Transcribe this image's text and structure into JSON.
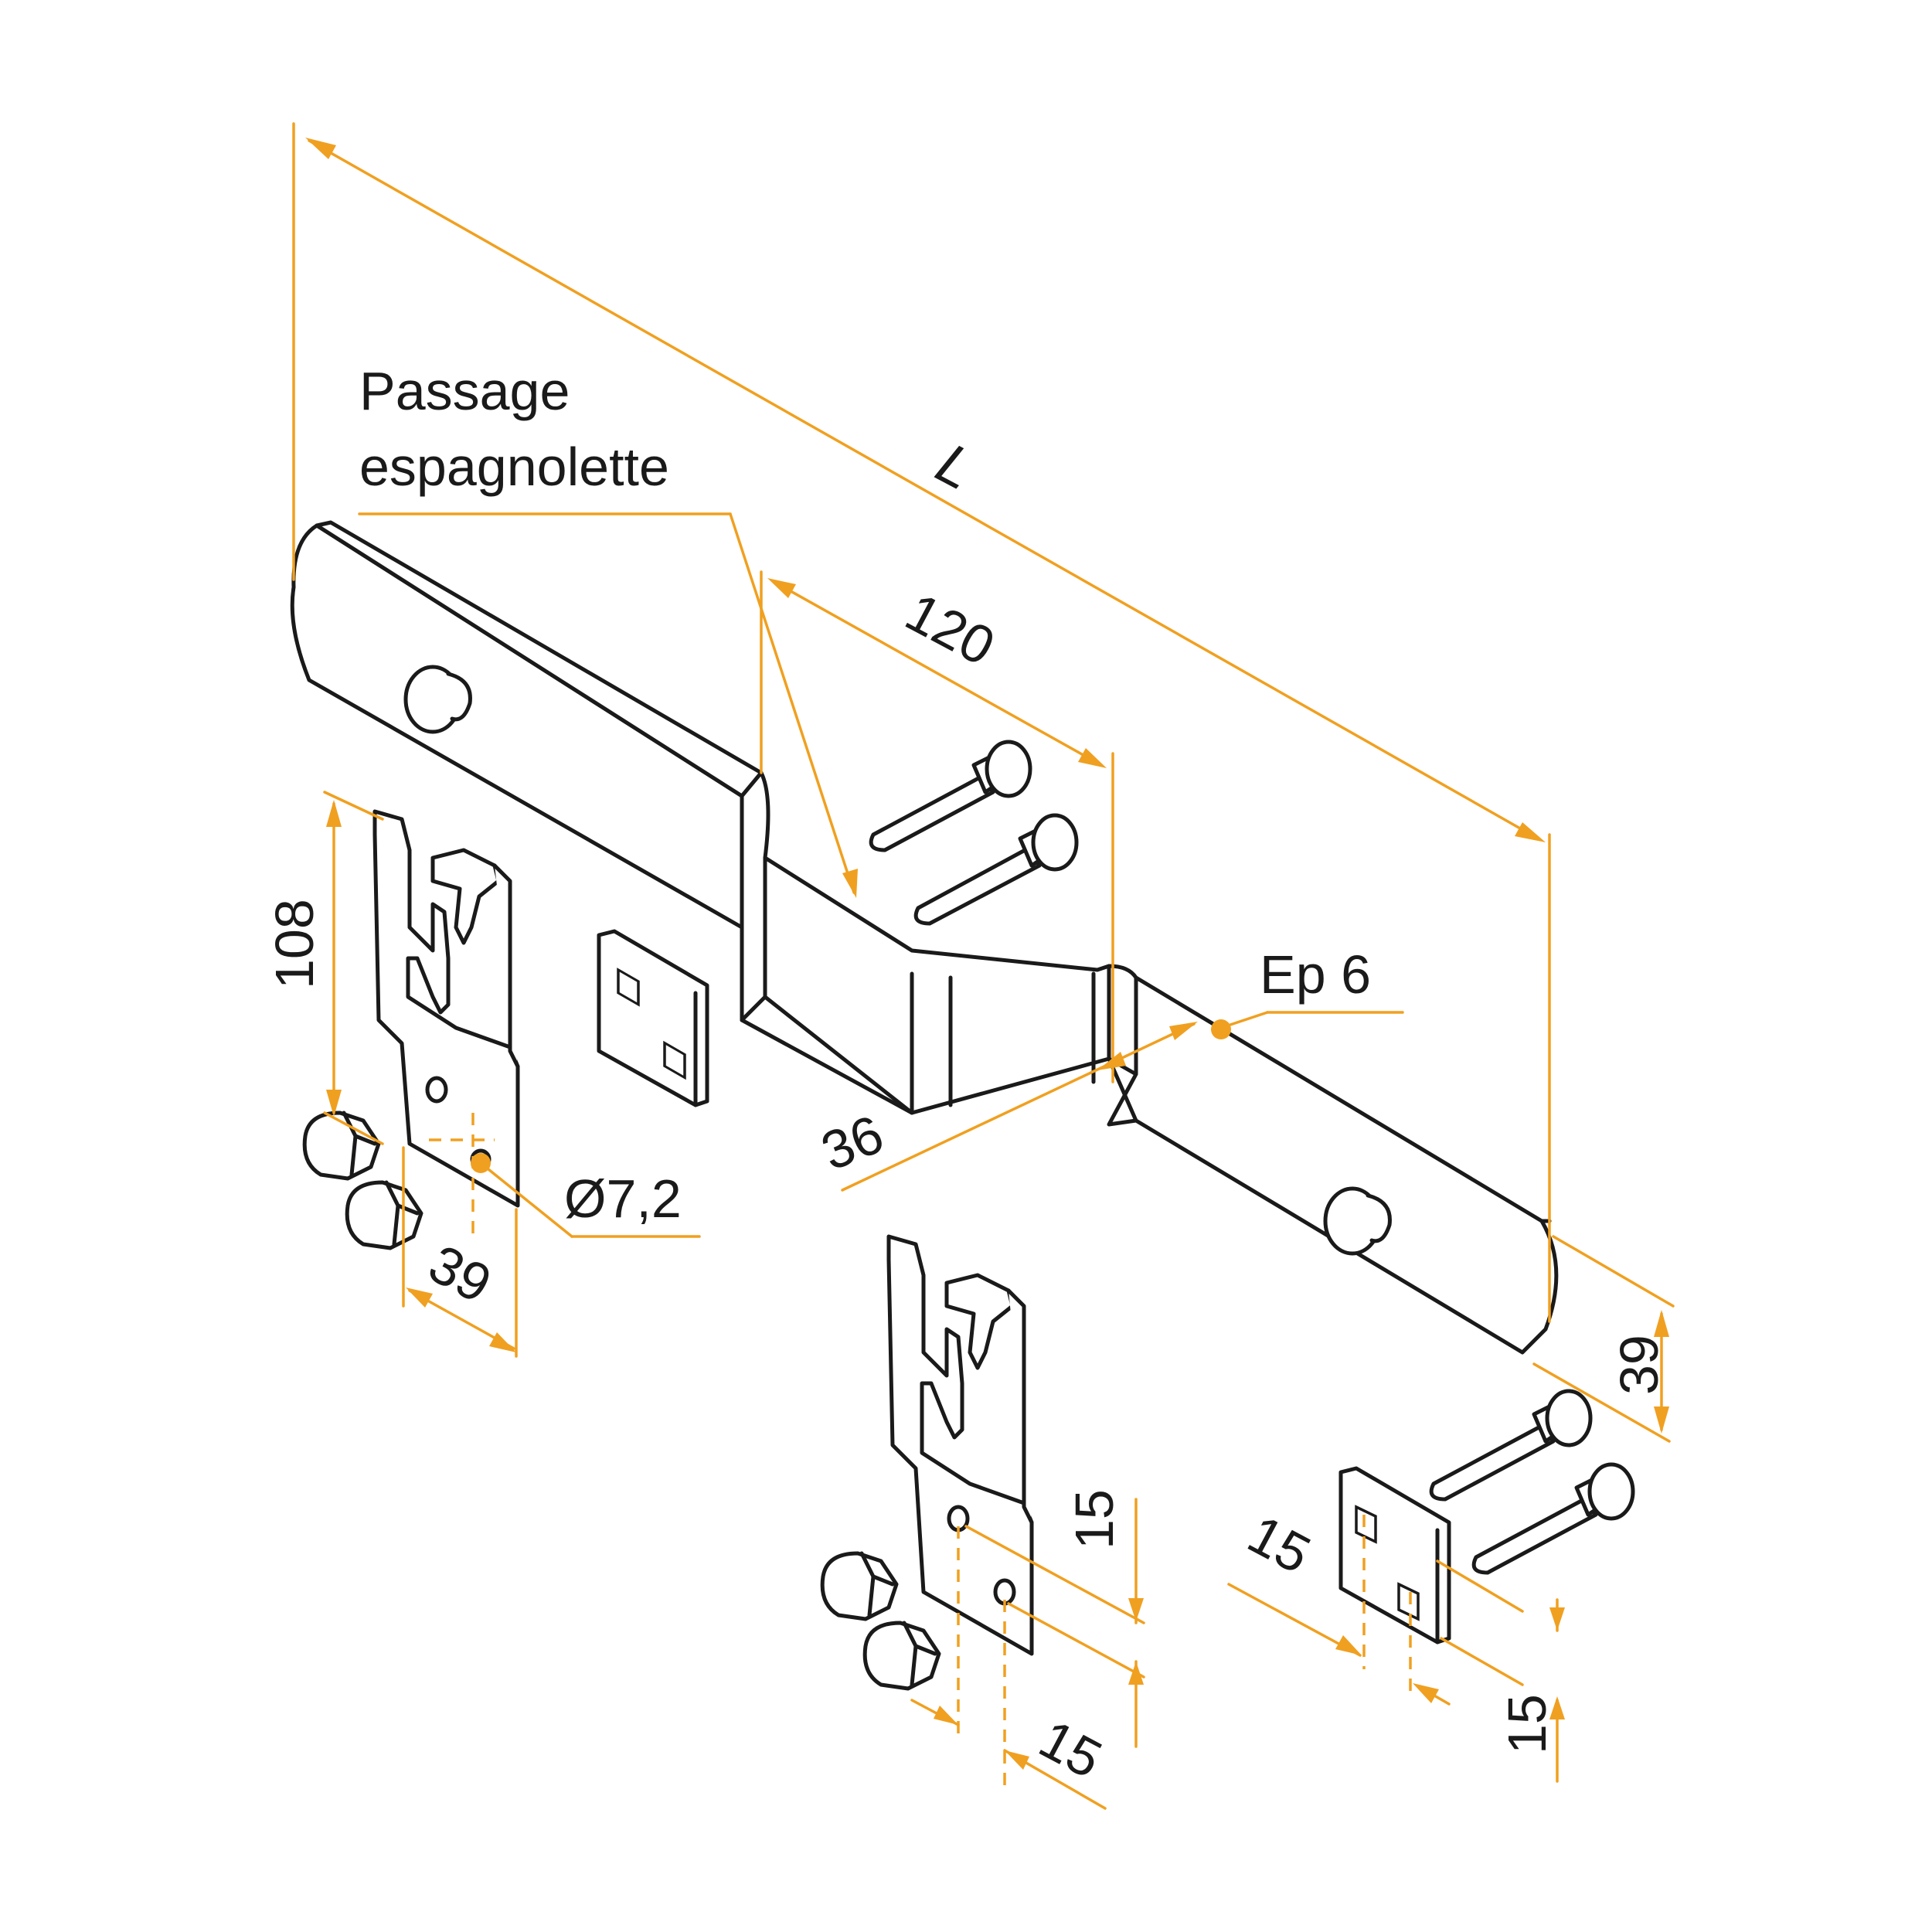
{
  "labels": {
    "overall_length": "L",
    "passage_line1": "Passage",
    "passage_line2": "espagnolette",
    "passage_length": "120",
    "thickness": "Ep 6",
    "offset_width": "36",
    "bar_width": "39",
    "bracket_height": "108",
    "hole_diameter": "Ø7,2",
    "bracket_width": "39",
    "bracket_hole_vertical": "15",
    "bracket_hole_horizontal": "15",
    "plate_hole_horizontal": "15",
    "plate_hole_vertical": "15"
  },
  "colors": {
    "dimension": "#f0a020",
    "outline": "#1a1a1a",
    "background": "#ffffff"
  }
}
